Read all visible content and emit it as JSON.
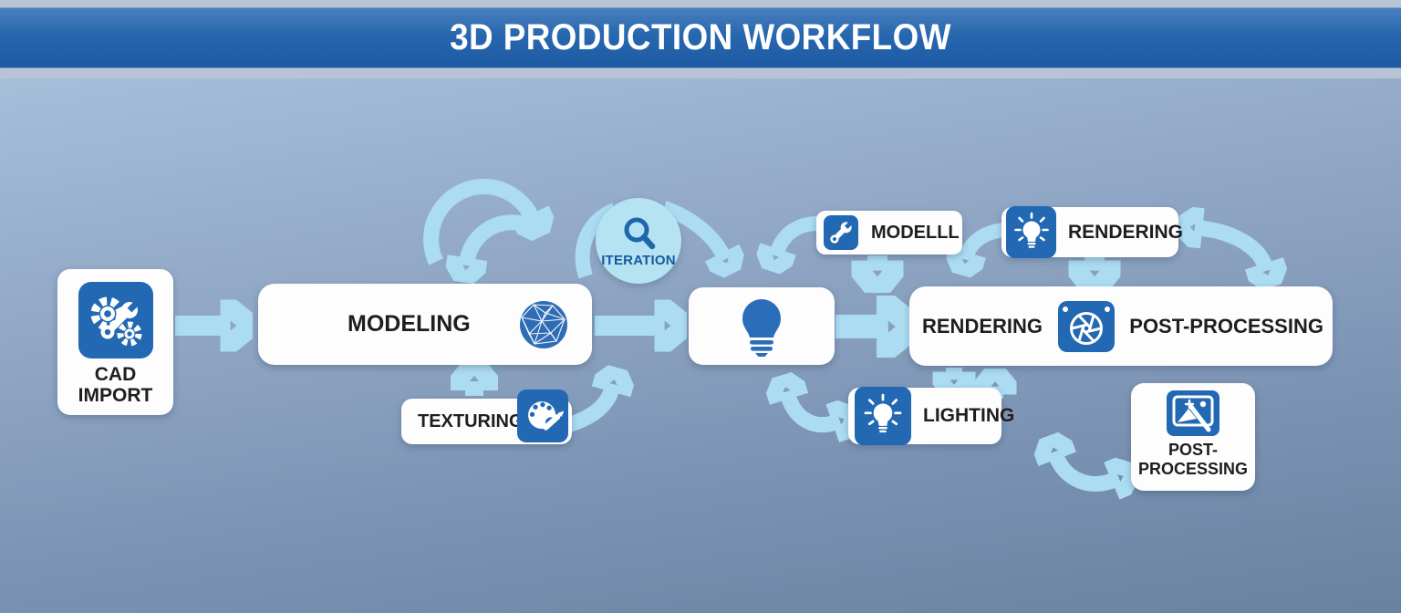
{
  "header": {
    "title": "3D PRODUCTION WORKFLOW"
  },
  "colors": {
    "header_blue": "#2767ae",
    "header_stripe": "#b6c4d6",
    "node_icon_blue": "#2268b2",
    "arrow_blue": "#acdcf2",
    "iteration_circle_fill": "#b5e3f2",
    "iteration_text_blue": "#17599f",
    "label_dark": "#1e1e1e",
    "card_white": "#fdfdfe",
    "background_top": "#abc5df",
    "background_bottom": "#68829f"
  },
  "nodes": {
    "cad_import": {
      "line1": "CAD",
      "line2": "IMPORT",
      "icon": "gear-wrench-icon"
    },
    "modeling": {
      "label": "MODELING",
      "icon": "geodesic-sphere-icon"
    },
    "iteration": {
      "label": "ITERATION",
      "icon": "magnifier-icon"
    },
    "bulb": {
      "icon": "lightbulb-icon"
    },
    "modelll": {
      "label": "MODELLL",
      "icon": "wrench-icon"
    },
    "rendering_badge": {
      "label": "RENDERING",
      "icon": "glowing-bulb-icon"
    },
    "render_post": {
      "left_label": "RENDERING",
      "right_label": "POST-PROCESSING",
      "icon": "aperture-icon"
    },
    "texturing": {
      "label": "TEXTURING",
      "icon": "palette-icon"
    },
    "lighting": {
      "label": "LIGHTING",
      "icon": "glowing-bulb-icon"
    },
    "post_processing": {
      "line1": "POST-",
      "line2": "PROCESSING",
      "icon": "image-wand-icon"
    }
  }
}
